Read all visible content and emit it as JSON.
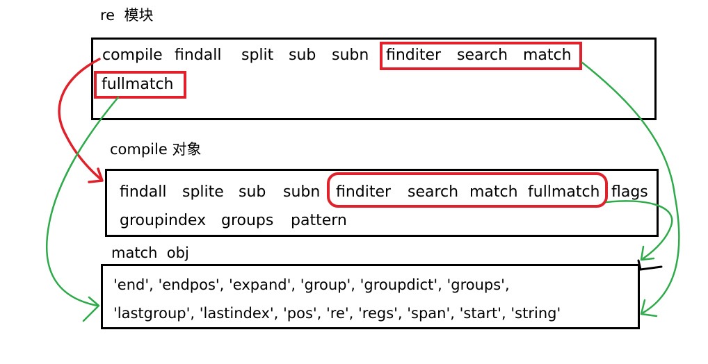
{
  "colors": {
    "background": "#ffffff",
    "box_border": "#000000",
    "highlight_red": "#e0202a",
    "arrow_red": "#e0202a",
    "arrow_green": "#2eaa4a"
  },
  "re_module": {
    "title": "re  模块",
    "row1": [
      "compile",
      "findall",
      "split",
      "sub",
      "subn"
    ],
    "highlighted_row1": [
      "finditer",
      "search",
      "match"
    ],
    "highlighted_row2": [
      "fullmatch"
    ]
  },
  "compile_object": {
    "title": "compile 对象",
    "row1": [
      "findall",
      "splite",
      "sub",
      "subn"
    ],
    "highlighted": [
      "finditer",
      "search",
      "match",
      "fullmatch"
    ],
    "row1_after": [
      "flags"
    ],
    "row2": [
      "groupindex",
      "groups",
      "pattern"
    ]
  },
  "match_object": {
    "title": "match  obj",
    "line1": "'end', 'endpos', 'expand', 'group', 'groupdict', 'groups',",
    "line2": "'lastgroup', 'lastindex', 'pos', 're', 'regs', 'span', 'start', 'string'"
  }
}
